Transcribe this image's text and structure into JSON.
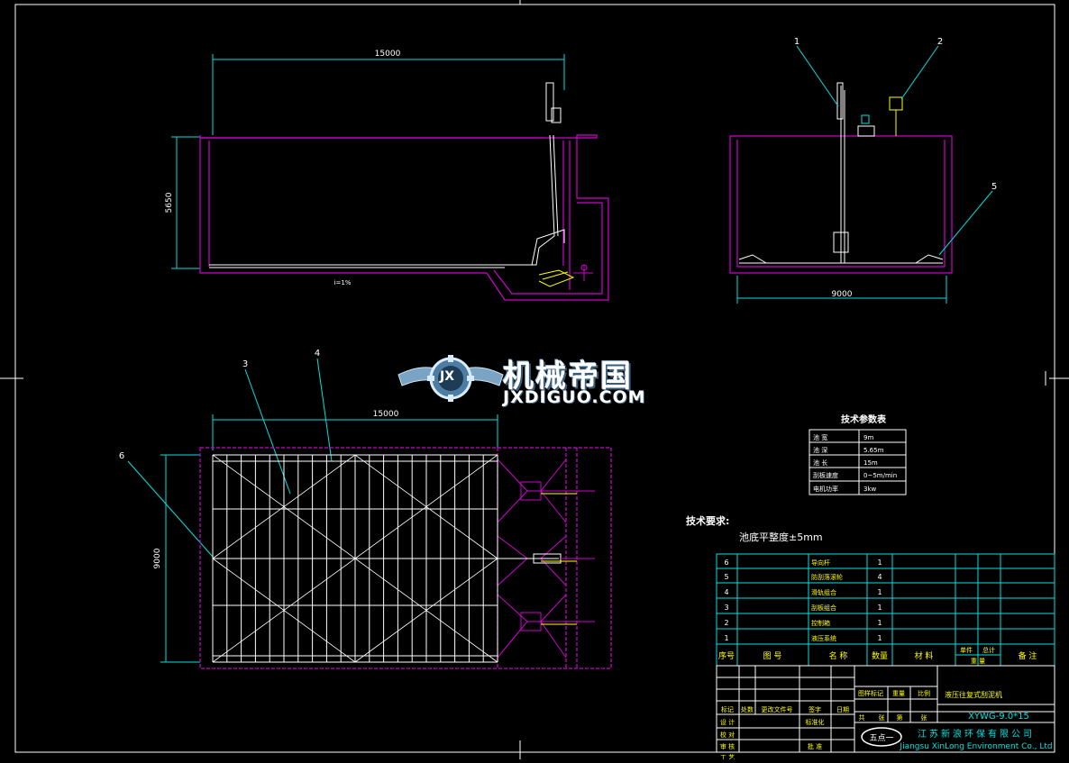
{
  "top_view": {
    "length_dim": "15000",
    "height_dim": "5650",
    "slope_label": "i=1%"
  },
  "side_view": {
    "width_dim": "9000",
    "callouts": [
      "1",
      "2",
      "5"
    ]
  },
  "plan_view": {
    "length_dim": "15000",
    "width_dim": "9000",
    "callouts": [
      "3",
      "4",
      "6"
    ]
  },
  "watermark": {
    "title": "机械帝国",
    "subtitle": "JXDIGUO.COM",
    "logo_text": "JX"
  },
  "tech_params": {
    "title": "技术参数表",
    "rows": [
      {
        "label": "池 宽",
        "value": "9m"
      },
      {
        "label": "池 深",
        "value": "5.65m"
      },
      {
        "label": "池 长",
        "value": "15m"
      },
      {
        "label": "刮板速度",
        "value": "0~5m/min"
      },
      {
        "label": "电机功率",
        "value": "3kw"
      }
    ]
  },
  "tech_requirements": {
    "heading": "技术要求:",
    "line1": "池底平整度±5mm"
  },
  "parts_list": {
    "rows": [
      {
        "no": "6",
        "name": "导向杆",
        "qty": "1"
      },
      {
        "no": "5",
        "name": "防刮落滚轮",
        "qty": "4"
      },
      {
        "no": "4",
        "name": "滑轨组合",
        "qty": "1"
      },
      {
        "no": "3",
        "name": "刮板组合",
        "qty": "1"
      },
      {
        "no": "2",
        "name": "控制箱",
        "qty": "1"
      },
      {
        "no": "1",
        "name": "液压系统",
        "qty": "1"
      }
    ],
    "header": {
      "no": "序号",
      "drawing_no": "图 号",
      "name": "名 称",
      "qty": "数量",
      "material": "材 料",
      "single": "单件",
      "total": "总计",
      "weight": "重 量",
      "note": "备 注"
    }
  },
  "title_block": {
    "stage_label": "图样标记",
    "weight_label": "重量",
    "scale_label": "比例",
    "product_name": "液压往复式刮泥机",
    "drawing_code": "XYWG-9.0*15",
    "sheet_total": "共",
    "sheet_word": "张",
    "sheet_no": "第",
    "sheet_word2": "张",
    "company_cn": "江苏新浪环保有限公司",
    "company_en": "Jiangsu XinLong Environment Co., Ltd",
    "stamp_text": "五点一",
    "rows": [
      [
        "标记",
        "处数",
        "更改文件号",
        "签字",
        "日期"
      ],
      [
        "设 计",
        "",
        "",
        "标准化",
        ""
      ],
      [
        "校 对",
        "",
        "",
        "",
        ""
      ],
      [
        "审 核",
        "",
        "",
        "",
        ""
      ],
      [
        "工 艺",
        "",
        "",
        "批 准",
        ""
      ]
    ]
  },
  "colors": {
    "background": "#000000",
    "frame": "#ffffff",
    "magenta": "#d000d0",
    "cyan": "#00e0e0",
    "yellow": "#ffff00",
    "green": "#00ff00"
  }
}
